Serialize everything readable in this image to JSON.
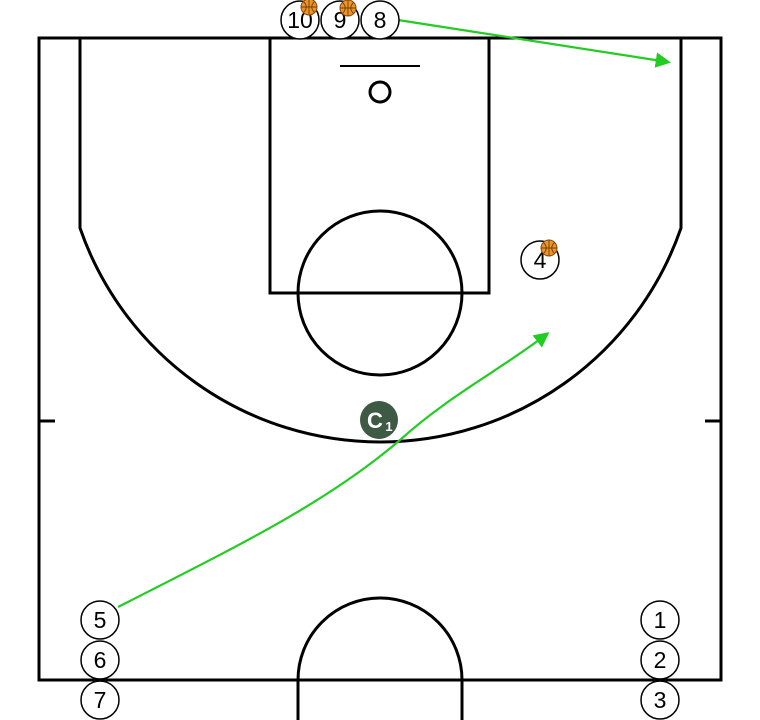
{
  "colors": {
    "court_lines": "#000000",
    "movement_arrow": "#22cc22",
    "coach_fill": "#3e5a44",
    "ball_fill": "#e8952a",
    "player_fill": "#ffffff"
  },
  "players": {
    "p1": "1",
    "p2": "2",
    "p3": "3",
    "p4": "4",
    "p5": "5",
    "p6": "6",
    "p7": "7",
    "p8": "8",
    "p9": "9",
    "p10": "10"
  },
  "coach": {
    "label": "C",
    "index": "1"
  },
  "balls_held_by": [
    "4",
    "9",
    "10"
  ],
  "movements": [
    {
      "from": "5",
      "type": "cut"
    },
    {
      "from": "8",
      "type": "cut"
    }
  ]
}
